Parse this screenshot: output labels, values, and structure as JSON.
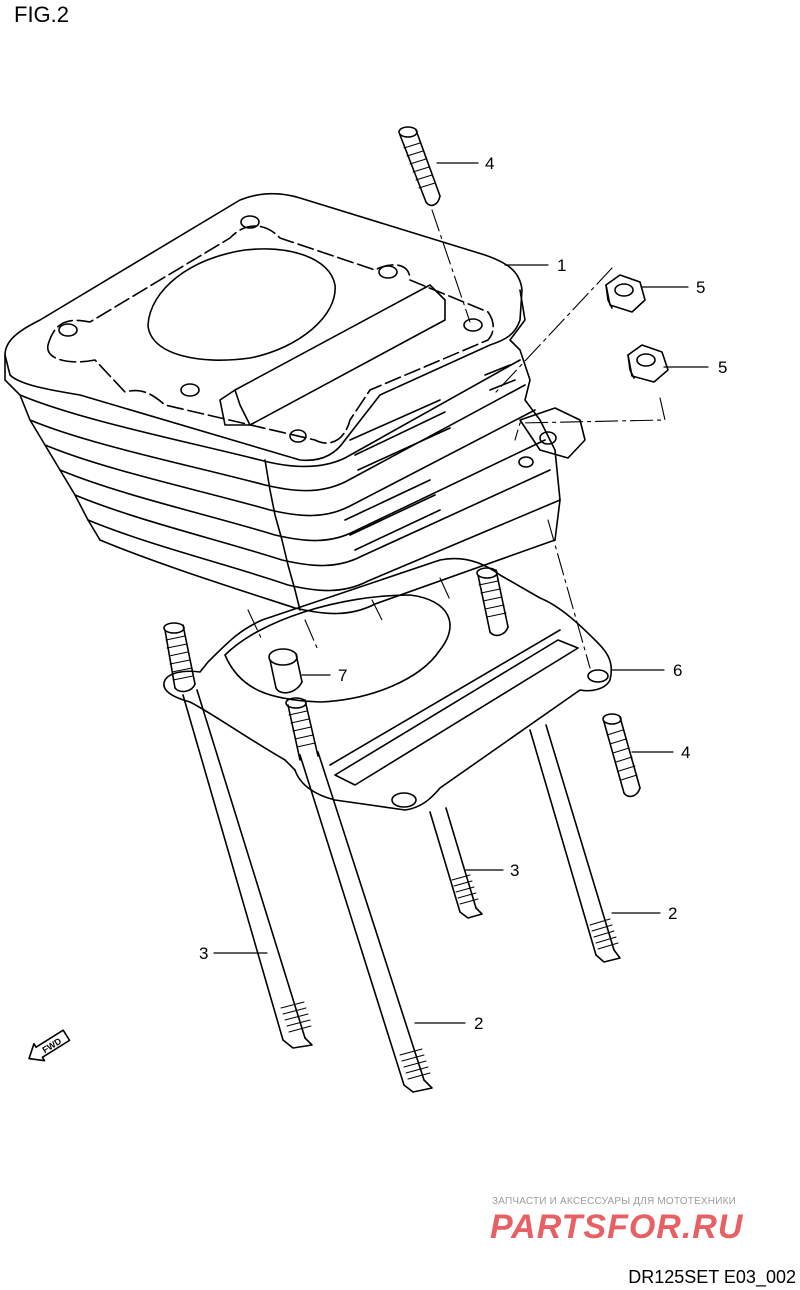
{
  "figure_title": "FIG.2",
  "diagram_code": "DR125SET E03_002",
  "watermark": {
    "tagline": "ЗАПЧАСТИ И АКСЕССУАРЫ ДЛЯ МОТОТЕХНИКИ",
    "brand": "PARTSFOR.RU",
    "brand_color": "#e2454a"
  },
  "fwd_label": "FWD",
  "callouts": [
    {
      "text": "1"
    },
    {
      "text": "2"
    },
    {
      "text": "2"
    },
    {
      "text": "3"
    },
    {
      "text": "3"
    },
    {
      "text": "4"
    },
    {
      "text": "4"
    },
    {
      "text": "5"
    },
    {
      "text": "5"
    },
    {
      "text": "6"
    },
    {
      "text": "7"
    }
  ]
}
